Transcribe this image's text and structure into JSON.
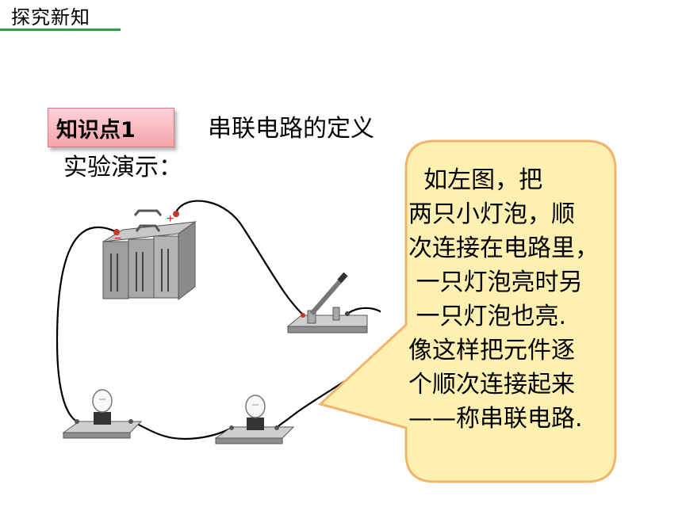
{
  "header": {
    "title": "探究新知"
  },
  "knowledge_point": {
    "badge": "知识点1",
    "title": "串联电路的定义"
  },
  "demo": {
    "label": "实验演示："
  },
  "circuit": {
    "battery_positive": "+",
    "battery_negative": "−"
  },
  "explanation": {
    "lines": [
      "  如左图，把",
      "两只小灯泡，顺",
      "次连接在电路里，",
      " 一只灯泡亮时另",
      " 一只灯泡也亮.",
      "像这样把元件逐",
      "个顺次连接起来",
      "——称串联电路."
    ]
  },
  "colors": {
    "accent_green": "#2e9e3e",
    "badge_pink": "#f4a2aa",
    "bubble_fill": "#fdf0b0",
    "bubble_border": "#f2b46a"
  }
}
